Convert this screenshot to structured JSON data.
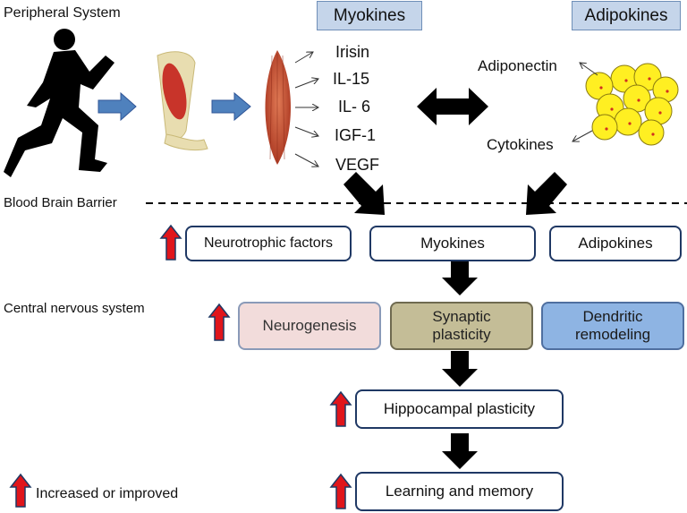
{
  "labels": {
    "peripheral": "Peripheral System",
    "bbb": "Blood Brain Barrier",
    "cns": "Central nervous system"
  },
  "headers": {
    "myokines": "Myokines",
    "adipokines": "Adipokines"
  },
  "myokine_list": [
    "Irisin",
    "IL-15",
    "IL- 6",
    "IGF-1",
    "VEGF"
  ],
  "adipo_labels": {
    "adiponectin": "Adiponectin",
    "cytokines": "Cytokines"
  },
  "boxes": {
    "neurotrophic": "Neurotrophic factors",
    "myokines": "Myokines",
    "adipokines": "Adipokines",
    "neurogenesis": "Neurogenesis",
    "synaptic_l1": "Synaptic",
    "synaptic_l2": "plasticity",
    "dendritic_l1": "Dendritic",
    "dendritic_l2": "remodeling",
    "hippocampal": "Hippocampal plasticity",
    "learning": "Learning and memory"
  },
  "legend": {
    "text": "Increased or improved"
  },
  "colors": {
    "neurogenesis_fill": "#f2dcdb",
    "synaptic_fill": "#c4bd97",
    "dendritic_fill": "#8eb4e3",
    "header_fill": "#c5d5ea",
    "up_arrow_fill": "#e0151b",
    "up_arrow_border": "#1f3864",
    "blue_arrow": "#4f81bd",
    "fat_cell": "#ffef22"
  },
  "icons": [
    "runner-silhouette-icon",
    "arm-muscle-icon",
    "muscle-icon",
    "fat-cells-icon",
    "up-arrow-icon"
  ]
}
